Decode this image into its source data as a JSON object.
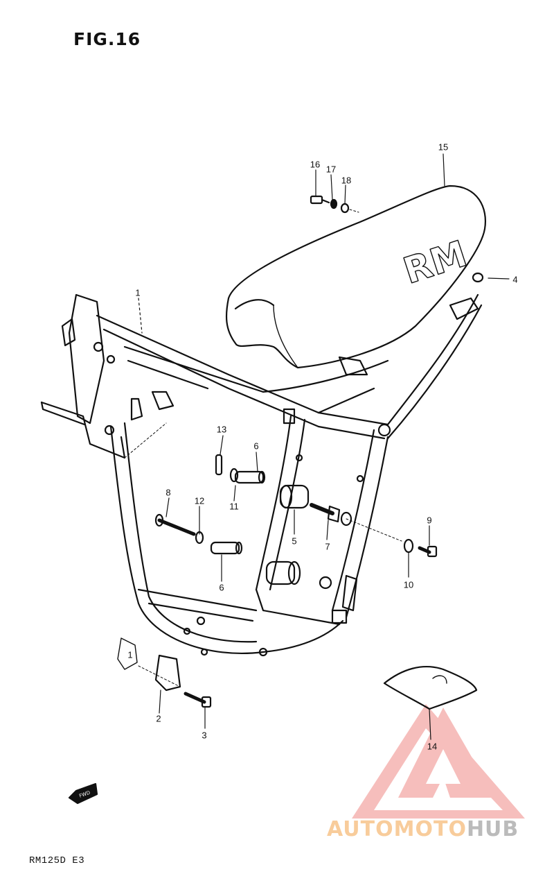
{
  "figure": {
    "title": "FIG.16",
    "model_code": "RM125D E3"
  },
  "callouts": [
    {
      "id": "c1",
      "label": "1"
    },
    {
      "id": "c1b",
      "label": "1"
    },
    {
      "id": "c2",
      "label": "2"
    },
    {
      "id": "c3",
      "label": "3"
    },
    {
      "id": "c4",
      "label": "4"
    },
    {
      "id": "c5",
      "label": "5"
    },
    {
      "id": "c6a",
      "label": "6"
    },
    {
      "id": "c6b",
      "label": "6"
    },
    {
      "id": "c7",
      "label": "7"
    },
    {
      "id": "c8",
      "label": "8"
    },
    {
      "id": "c9",
      "label": "9"
    },
    {
      "id": "c10",
      "label": "10"
    },
    {
      "id": "c11",
      "label": "11"
    },
    {
      "id": "c12",
      "label": "12"
    },
    {
      "id": "c13",
      "label": "13"
    },
    {
      "id": "c14",
      "label": "14"
    },
    {
      "id": "c15",
      "label": "15"
    },
    {
      "id": "c16",
      "label": "16"
    },
    {
      "id": "c17",
      "label": "17"
    },
    {
      "id": "c18",
      "label": "18"
    }
  ],
  "seat_logo": "RM",
  "fwd_label": "FWD",
  "watermark": {
    "part1": "AUTOMOTO",
    "part2": "HUB",
    "color_primary": "#f29a3a",
    "color_secondary": "#7a7a7a",
    "logo_color": "#f08a86"
  }
}
